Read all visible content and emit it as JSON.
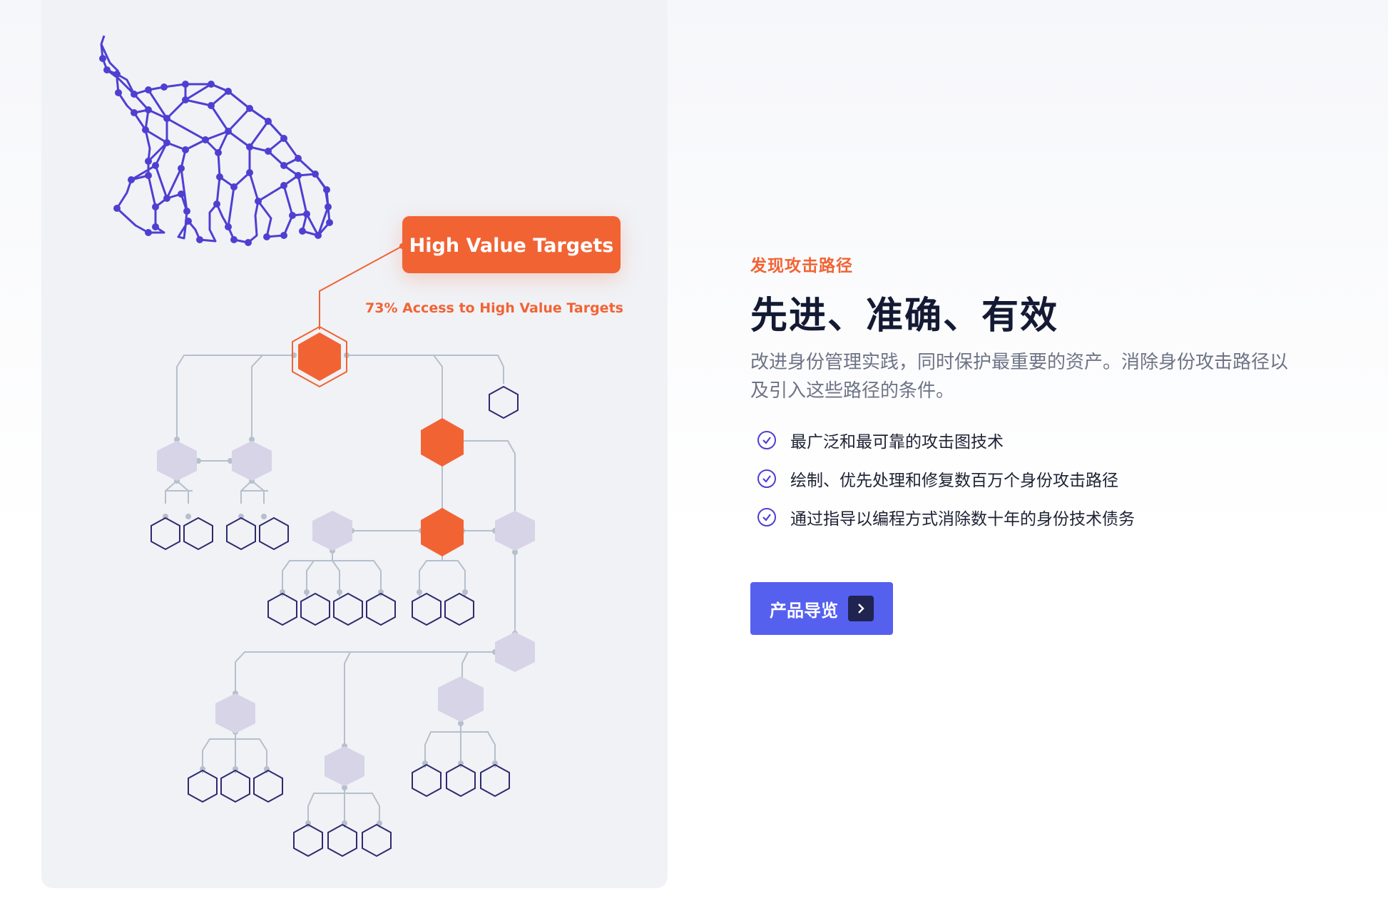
{
  "illustration": {
    "badge_label": "High Value Targets",
    "access_label": "73% Access to High Value Targets"
  },
  "hero": {
    "eyebrow": "发现攻击路径",
    "headline": "先进、准确、有效",
    "description": "改进身份管理实践，同时保护最重要的资产。消除身份攻击路径以及引入这些路径的条件。",
    "features": [
      "最广泛和最可靠的攻击图技术",
      "绘制、优先处理和修复数百万个身份攻击路径",
      "通过指导以编程方式消除数十年的身份技术债务"
    ],
    "cta_label": "产品导览"
  },
  "icons": {
    "feature": "check-circle-icon",
    "cta": "chevron-right-icon"
  },
  "colors": {
    "accent_orange": "#f26334",
    "brand_purple": "#4f3fd1",
    "cta_blue": "#5560ef",
    "node_gray": "#d6d4e6",
    "connector": "#b6bfcc"
  }
}
